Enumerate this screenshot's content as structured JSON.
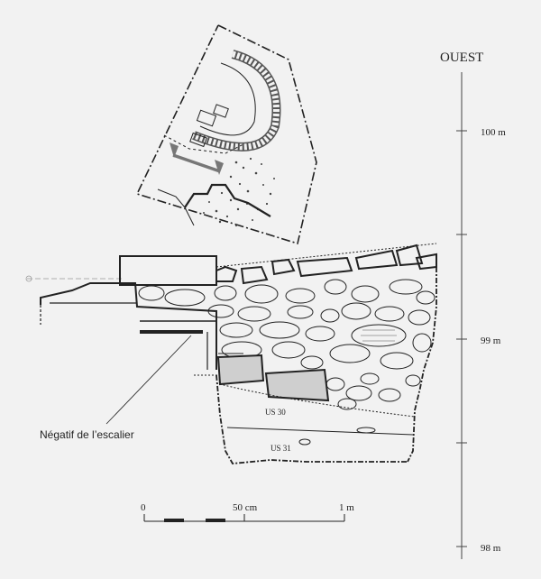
{
  "orientation_label": "OUEST",
  "elevation_scale": {
    "labels": [
      "100 m",
      "99 m",
      "98 m"
    ]
  },
  "section_labels": {
    "us30": "US 30",
    "us31": "US 31"
  },
  "annotation": {
    "stair_negative": "Négatif de l’escalier"
  },
  "scale_bar": {
    "labels": [
      "0",
      "50 cm",
      "1 m"
    ]
  },
  "colors": {
    "ink": "#222222",
    "background": "#f2f2f2",
    "highlight_stone": "#cfcfcf",
    "section_arrow": "#777777"
  }
}
